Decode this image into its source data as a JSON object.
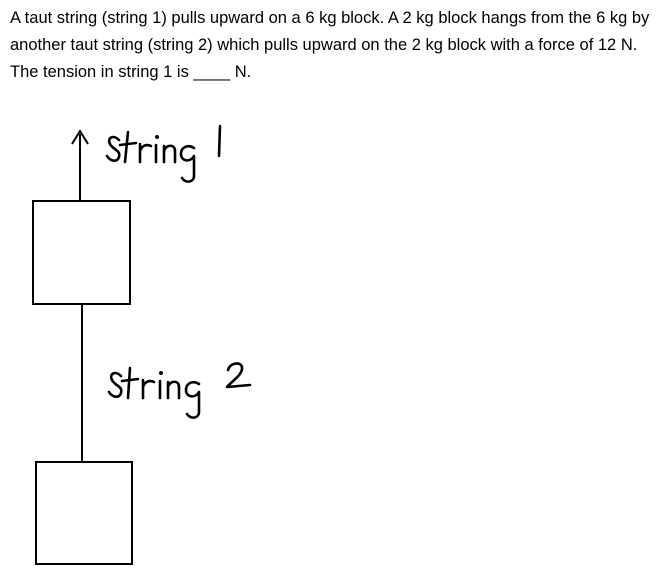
{
  "question": {
    "text": "A taut string (string 1) pulls upward on a 6 kg block. A 2 kg block hangs from the 6 kg by another taut string (string 2) which pulls upward on the 2 kg block with a force of 12 N.  The tension in string 1 is ____ N."
  },
  "diagram": {
    "string1_label": "string 1",
    "string2_label": "string 2"
  }
}
